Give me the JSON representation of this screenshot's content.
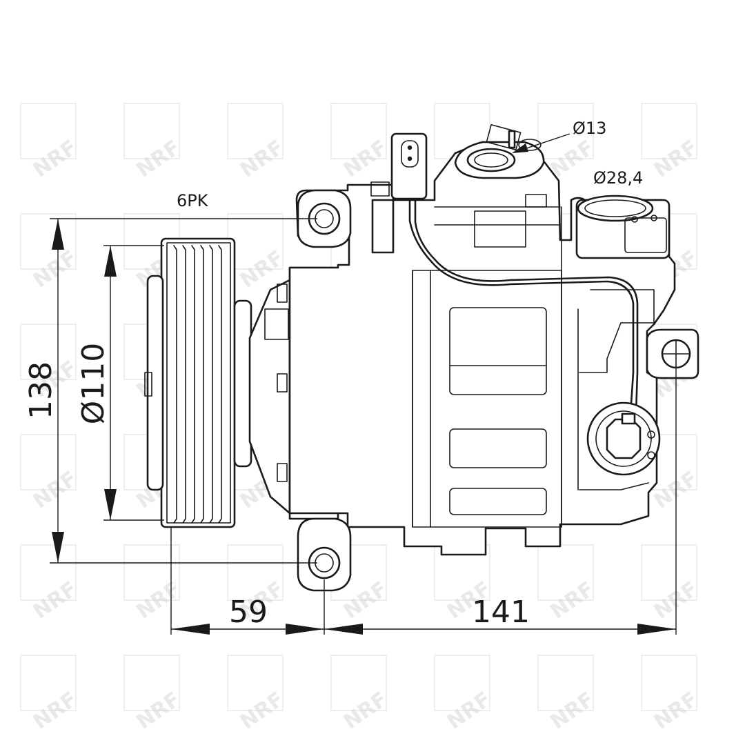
{
  "watermark": {
    "brand": "NRF"
  },
  "dimensions": {
    "belt_profile": "6PK",
    "height": "138",
    "pulley_diameter": "Ø110",
    "pulley_offset": "59",
    "body_length": "141",
    "port_small": "Ø13",
    "port_large": "Ø28,4"
  }
}
